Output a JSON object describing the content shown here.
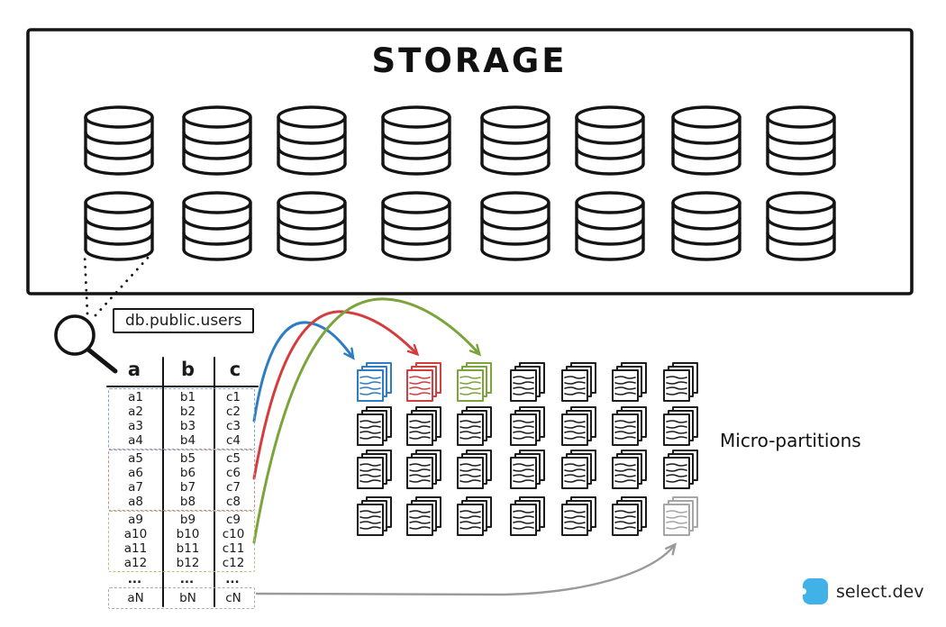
{
  "title": "STORAGE",
  "storage": {
    "icon": "database-icon",
    "grid": {
      "rows": 2,
      "cols": 8
    }
  },
  "magnifier": {
    "icon": "magnifying-glass-icon"
  },
  "table": {
    "label": "db.public.users",
    "columns": [
      "a",
      "b",
      "c"
    ],
    "groups": [
      {
        "id": "partition-group-blue",
        "color": "#2e7cc3",
        "dash_color": "#79a7d6",
        "rows": [
          [
            "a1",
            "b1",
            "c1"
          ],
          [
            "a2",
            "b2",
            "c2"
          ],
          [
            "a3",
            "b3",
            "c3"
          ],
          [
            "a4",
            "b4",
            "c4"
          ]
        ]
      },
      {
        "id": "partition-group-red",
        "color": "#d43d3d",
        "dash_color": "#d48585",
        "rows": [
          [
            "a5",
            "b5",
            "c5"
          ],
          [
            "a6",
            "b6",
            "c6"
          ],
          [
            "a7",
            "b7",
            "c7"
          ],
          [
            "a8",
            "b8",
            "c8"
          ]
        ]
      },
      {
        "id": "partition-group-green",
        "color": "#7ba43c",
        "dash_color": "#a9c77f",
        "rows": [
          [
            "a9",
            "b9",
            "c9"
          ],
          [
            "a10",
            "b10",
            "c10"
          ],
          [
            "a11",
            "b11",
            "c11"
          ],
          [
            "a12",
            "b12",
            "c12"
          ]
        ]
      }
    ],
    "ellipsis_row": [
      "...",
      "...",
      "..."
    ],
    "tail_group": {
      "id": "partition-group-gray",
      "color": "#9a9a9a",
      "dash_color": "#adadad",
      "rows": [
        [
          "aN",
          "bN",
          "cN"
        ]
      ]
    }
  },
  "micro_partitions": {
    "label": "Micro-partitions",
    "icon": "document-stack-icon",
    "grid": {
      "rows": 4,
      "cols": 7
    },
    "default_color": "#1d1d1d",
    "highlights": [
      {
        "row": 0,
        "col": 0,
        "color": "#2e7cc3"
      },
      {
        "row": 0,
        "col": 1,
        "color": "#d43d3d"
      },
      {
        "row": 0,
        "col": 2,
        "color": "#7ba43c"
      },
      {
        "row": 3,
        "col": 6,
        "color": "#a6a6a6"
      }
    ]
  },
  "arrows": [
    {
      "id": "arrow-blue",
      "color": "#2e7cc3"
    },
    {
      "id": "arrow-red",
      "color": "#d43d3d"
    },
    {
      "id": "arrow-green",
      "color": "#7ba43c"
    },
    {
      "id": "arrow-gray",
      "color": "#9a9a9a"
    }
  ],
  "footer": {
    "brand": "select.dev",
    "logo_color": "#41b2e8",
    "logo_icon": "select-logo-icon"
  }
}
